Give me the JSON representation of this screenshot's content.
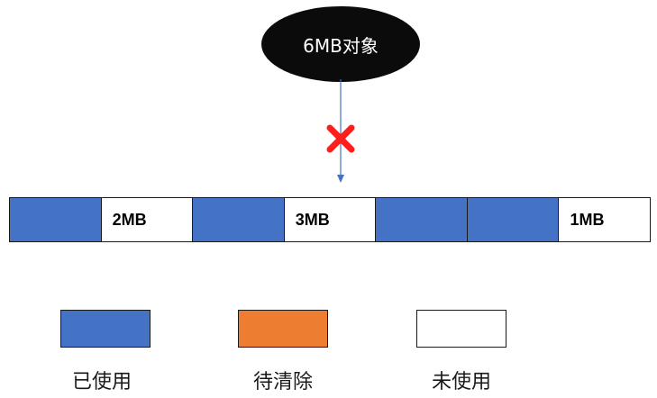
{
  "object": {
    "label": "6MB对象"
  },
  "colors": {
    "used": "#4472c4",
    "pending": "#ed7d31",
    "free": "#ffffff",
    "cross": "#ff1e1e",
    "arrow": "#4472c4"
  },
  "blocks": [
    {
      "state": "used",
      "label": ""
    },
    {
      "state": "free",
      "label": "2MB"
    },
    {
      "state": "used",
      "label": ""
    },
    {
      "state": "free",
      "label": "3MB"
    },
    {
      "state": "used",
      "label": ""
    },
    {
      "state": "used",
      "label": ""
    },
    {
      "state": "free",
      "label": "1MB"
    }
  ],
  "legend": [
    {
      "state": "used",
      "label": "已使用"
    },
    {
      "state": "pending",
      "label": "待清除"
    },
    {
      "state": "free",
      "label": "未使用"
    }
  ]
}
